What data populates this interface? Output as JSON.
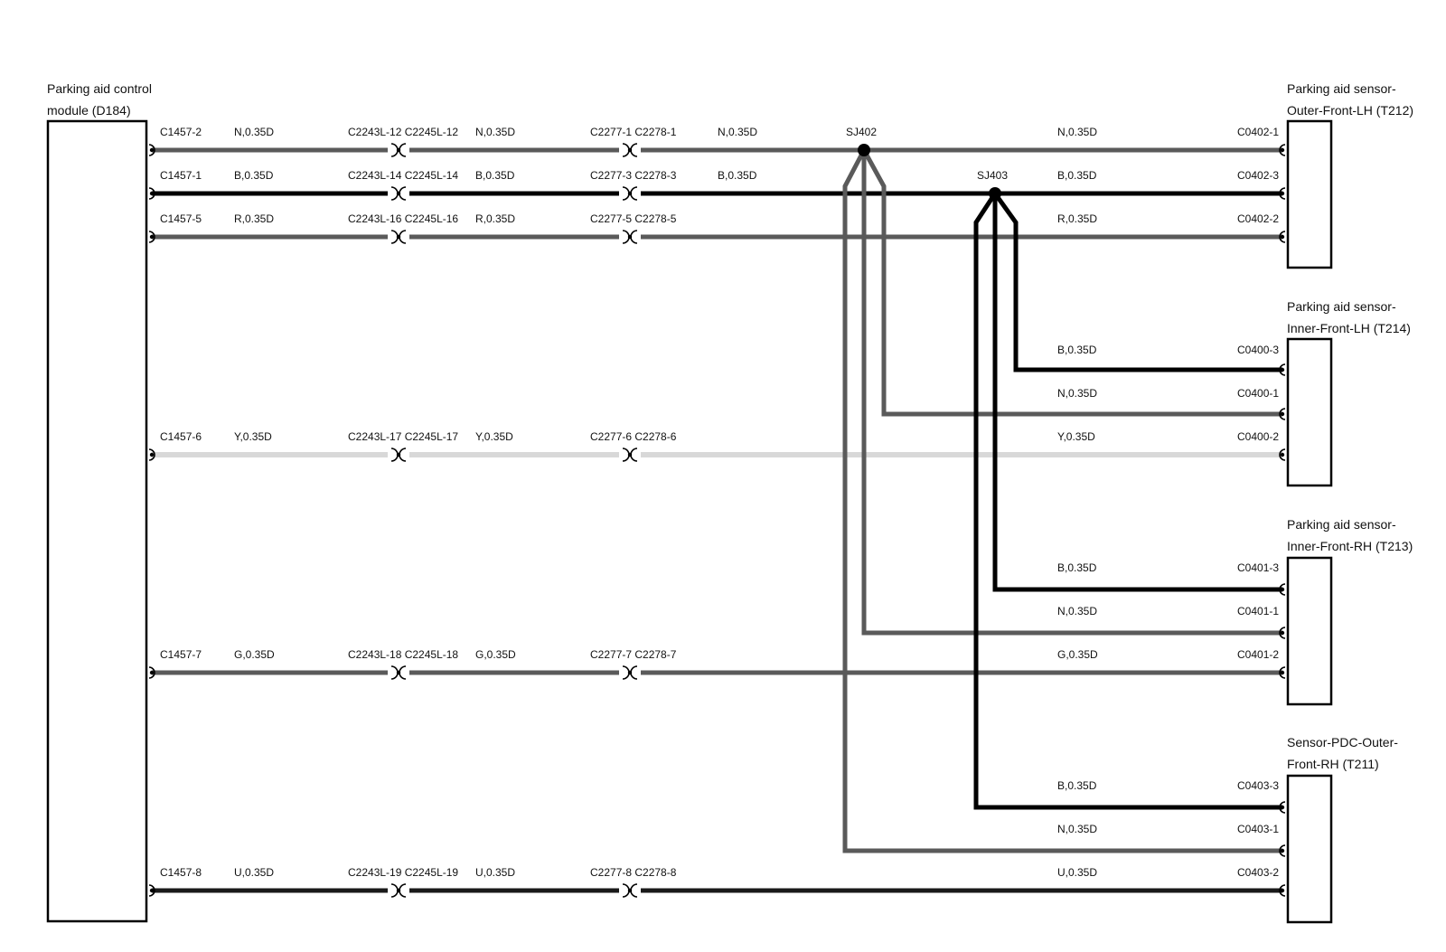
{
  "colors": {
    "N": "#5a5a5a",
    "B": "#000000",
    "R": "#5a5a5a",
    "Y": "#d8d8d8",
    "G": "#5a5a5a",
    "U": "#1a1a1a"
  },
  "module": {
    "title_line1": "Parking aid control",
    "title_line2": "module (D184)"
  },
  "sensors": [
    {
      "id": "T212",
      "title_line1": "Parking aid sensor-",
      "title_line2": "Outer-Front-LH (T212)"
    },
    {
      "id": "T214",
      "title_line1": "Parking aid sensor-",
      "title_line2": "Inner-Front-LH (T214)"
    },
    {
      "id": "T213",
      "title_line1": "Parking aid sensor-",
      "title_line2": "Inner-Front-RH (T213)"
    },
    {
      "id": "T211",
      "title_line1": "Sensor-PDC-Outer-",
      "title_line2": "Front-RH (T211)"
    }
  ],
  "harness_rows": [
    {
      "code": "N",
      "c1": "C1457-2",
      "w1": "N,0.35D",
      "c2": "C2243L-12 C2245L-12",
      "w2": "N,0.35D",
      "c3": "C2277-1 C2278-1",
      "w3": "N,0.35D"
    },
    {
      "code": "B",
      "c1": "C1457-1",
      "w1": "B,0.35D",
      "c2": "C2243L-14 C2245L-14",
      "w2": "B,0.35D",
      "c3": "C2277-3 C2278-3",
      "w3": "B,0.35D"
    },
    {
      "code": "R",
      "c1": "C1457-5",
      "w1": "R,0.35D",
      "c2": "C2243L-16 C2245L-16",
      "w2": "R,0.35D",
      "c3": "C2277-5 C2278-5",
      "w3": ""
    },
    {
      "code": "Y",
      "c1": "C1457-6",
      "w1": "Y,0.35D",
      "c2": "C2243L-17 C2245L-17",
      "w2": "Y,0.35D",
      "c3": "C2277-6 C2278-6",
      "w3": ""
    },
    {
      "code": "G",
      "c1": "C1457-7",
      "w1": "G,0.35D",
      "c2": "C2243L-18 C2245L-18",
      "w2": "G,0.35D",
      "c3": "C2277-7 C2278-7",
      "w3": ""
    },
    {
      "code": "U",
      "c1": "C1457-8",
      "w1": "U,0.35D",
      "c2": "C2243L-19 C2245L-19",
      "w2": "U,0.35D",
      "c3": "C2277-8 C2278-8",
      "w3": ""
    }
  ],
  "splices": [
    {
      "label": "SJ402"
    },
    {
      "label": "SJ403"
    }
  ],
  "sensor_pins": [
    {
      "wire": "N,0.35D",
      "pin": "C0402-1"
    },
    {
      "wire": "B,0.35D",
      "pin": "C0402-3"
    },
    {
      "wire": "R,0.35D",
      "pin": "C0402-2"
    },
    {
      "wire": "B,0.35D",
      "pin": "C0400-3"
    },
    {
      "wire": "N,0.35D",
      "pin": "C0400-1"
    },
    {
      "wire": "Y,0.35D",
      "pin": "C0400-2"
    },
    {
      "wire": "B,0.35D",
      "pin": "C0401-3"
    },
    {
      "wire": "N,0.35D",
      "pin": "C0401-1"
    },
    {
      "wire": "G,0.35D",
      "pin": "C0401-2"
    },
    {
      "wire": "B,0.35D",
      "pin": "C0403-3"
    },
    {
      "wire": "N,0.35D",
      "pin": "C0403-1"
    },
    {
      "wire": "U,0.35D",
      "pin": "C0403-2"
    }
  ]
}
